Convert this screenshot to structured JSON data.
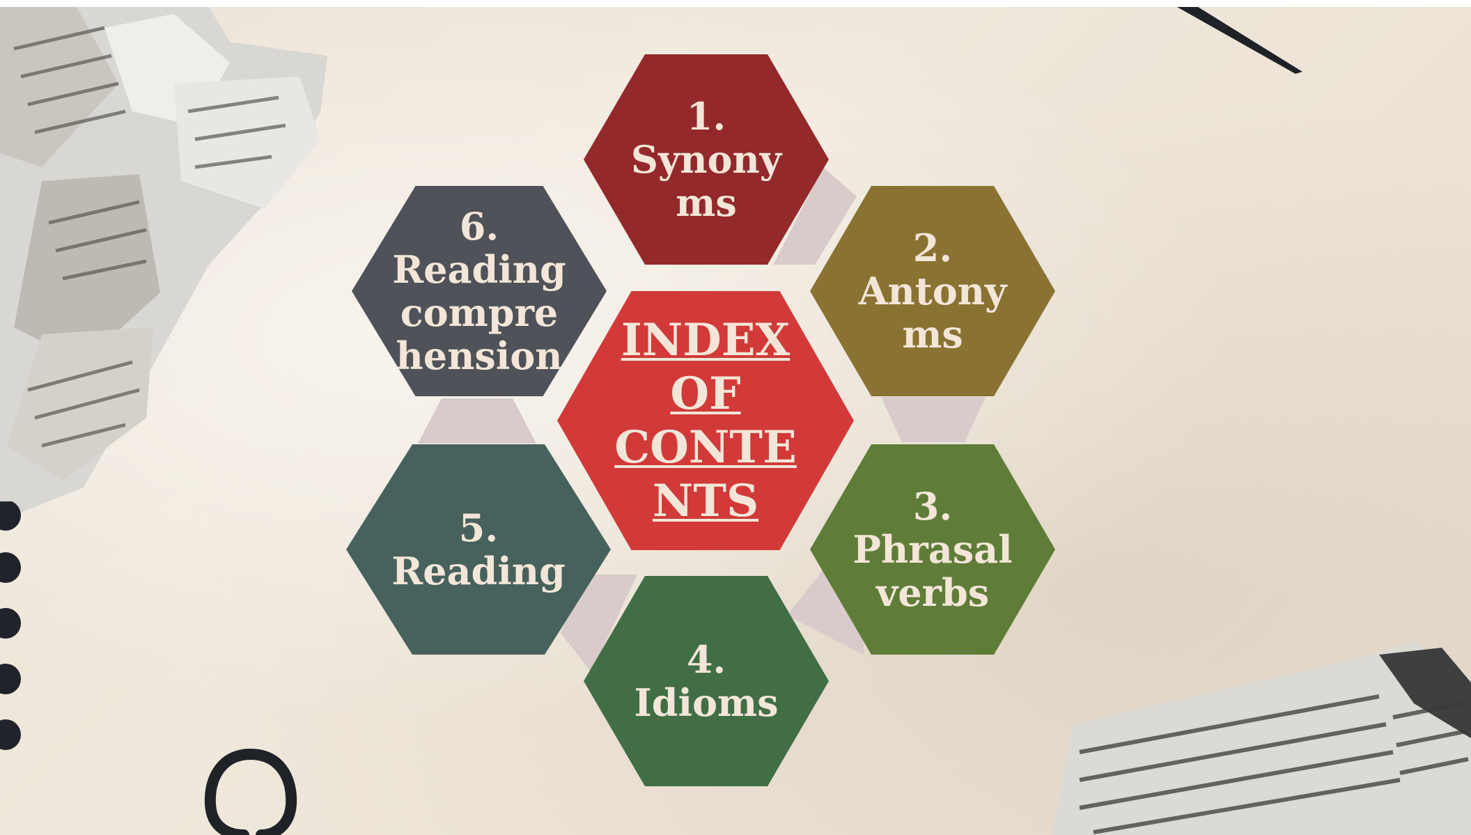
{
  "slide": {
    "title": "INDEX\nOF\nCONTE\nNTS",
    "colors": {
      "background": "#efe7db",
      "center": "#d13a38",
      "text": "#f3e6d8",
      "connector": "#d8cbca"
    },
    "items": [
      {
        "label": "1.\nSynony\nms",
        "color": "#93292b"
      },
      {
        "label": "2.\nAntony\nms",
        "color": "#8a7232"
      },
      {
        "label": "3.\nPhrasal\nverbs",
        "color": "#5f7d38"
      },
      {
        "label": "4.\nIdioms",
        "color": "#416e45"
      },
      {
        "label": "5.\nReading",
        "color": "#47625c"
      },
      {
        "label": "6.\nReading\ncompre\nhension",
        "color": "#4f5258"
      }
    ]
  }
}
